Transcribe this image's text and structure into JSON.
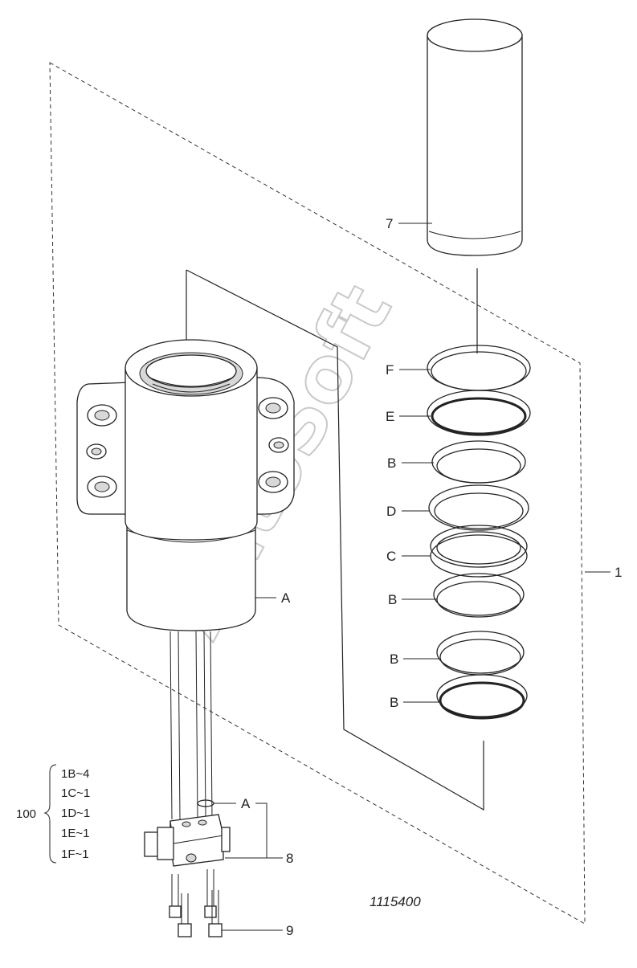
{
  "watermark": "AutoSoft",
  "drawing_number": "1115400",
  "callouts": {
    "seal_kit": "1",
    "filter": "7",
    "block": "8",
    "bolt": "9",
    "ring_f": "F",
    "ring_e": "E",
    "ring_b1": "B",
    "ring_d": "D",
    "ring_c": "C",
    "ring_b2": "B",
    "ring_b3": "B",
    "ring_b4": "B",
    "housing": "A",
    "oring_a": "A"
  },
  "kit_list": {
    "number": "100",
    "items": [
      "1B~4",
      "1C~1",
      "1D~1",
      "1E~1",
      "1F~1"
    ]
  }
}
